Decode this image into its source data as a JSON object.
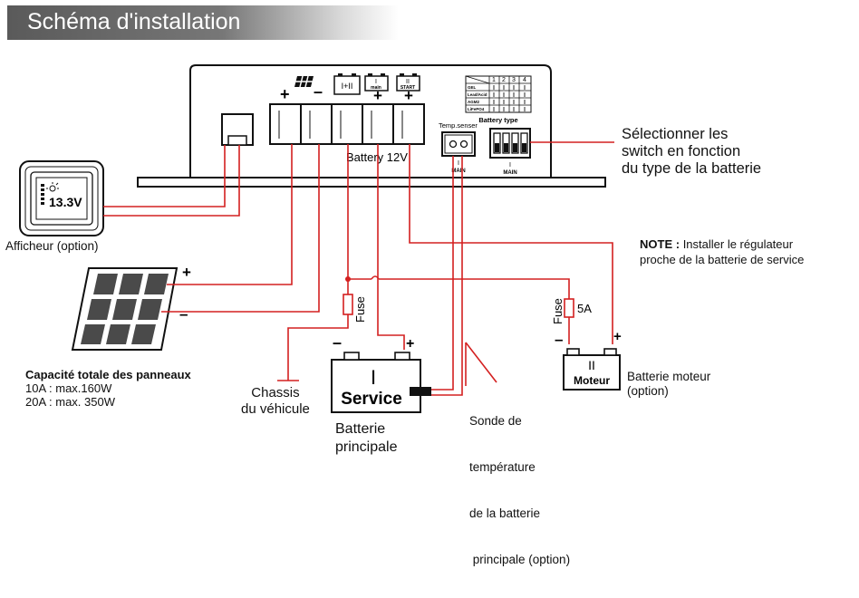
{
  "title": "Schéma d'installation",
  "controller": {
    "battery_label": "Battery 12V",
    "temp_sensor_label": "Temp.senser",
    "temp_main_label": "MAIN",
    "switch_main_label": "MAIN",
    "battery_type_label": "Battery type",
    "batt_icon_1": "I+II",
    "batt_icon_2": "I",
    "batt_icon_2_sub": "main",
    "batt_icon_3": "II",
    "batt_icon_3_sub": "START",
    "plus_1": "+",
    "minus_1": "–",
    "battery_types": [
      "GEL",
      "Lead/Acid",
      "AGM2",
      "LiFePO4"
    ],
    "switch_numbers": [
      "1",
      "2",
      "3",
      "4"
    ]
  },
  "display": {
    "reading": "13.3V",
    "label": "Afficheur (option)"
  },
  "switch_note": {
    "lines": [
      "Sélectionner les",
      "switch en fonction",
      "du type de la batterie"
    ]
  },
  "note": {
    "prefix": "NOTE :",
    "lines": [
      "Installer le régulateur",
      "proche de la batterie de service"
    ]
  },
  "panel": {
    "plus": "+",
    "minus": "–",
    "capacity_title": "Capacité totale des panneaux",
    "capacity_lines": [
      "10A : max.160W",
      "20A : max. 350W"
    ]
  },
  "chassis": {
    "lines": [
      "Chassis",
      "du véhicule"
    ]
  },
  "service_battery": {
    "roman": "I",
    "name": "Service",
    "caption_lines": [
      "Batterie",
      "principale"
    ],
    "plus": "+",
    "minus": "–"
  },
  "fuse_main": "Fuse",
  "fuse_motor": "Fuse",
  "fuse_motor_rating": "5A",
  "sensor_note": {
    "lines": [
      "Sonde de",
      "température",
      "de la batterie",
      " principale (option)"
    ]
  },
  "motor_battery": {
    "roman": "II",
    "name": "Moteur",
    "caption_lines": [
      "Batterie moteur",
      "(option)"
    ],
    "plus": "+",
    "minus": "–"
  },
  "colors": {
    "wire": "#d42020",
    "outline": "#111111",
    "header_dark": "#5a5a5a",
    "panel_cell": "#4a4a4a"
  }
}
